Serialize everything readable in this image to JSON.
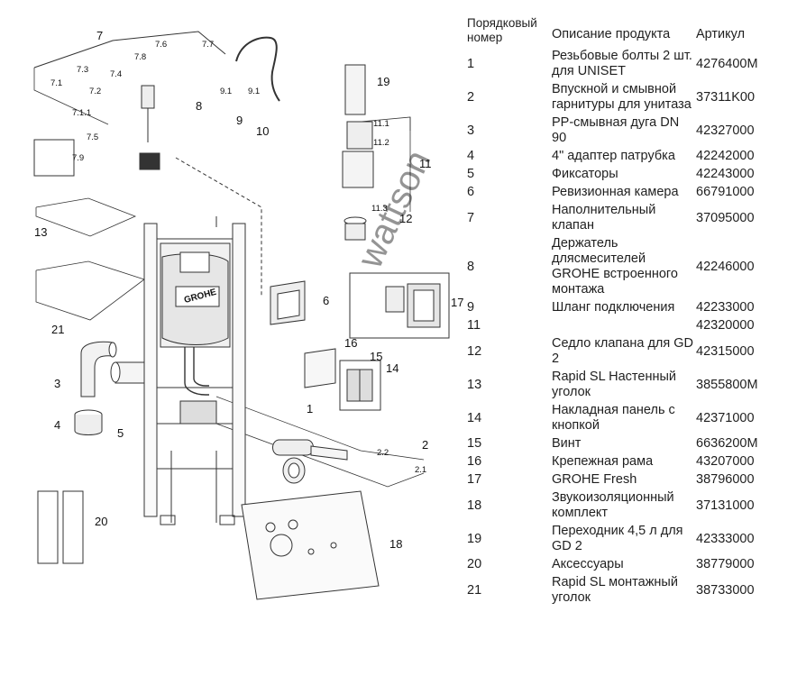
{
  "table": {
    "headers": {
      "number": "Порядковый номер",
      "description": "Описание продукта",
      "article": "Артикул"
    },
    "rows": [
      {
        "number": "1",
        "description": "Резьбовые болты 2 шт. для UNISET",
        "article": "4276400M"
      },
      {
        "number": "2",
        "description": "Впускной и смывной гарнитуры для унитаза",
        "article": "37311K00"
      },
      {
        "number": "3",
        "description": "PP-смывная дуга DN 90",
        "article": "42327000"
      },
      {
        "number": "4",
        "description": "4\" адаптер патрубка",
        "article": "42242000"
      },
      {
        "number": "5",
        "description": "Фиксаторы",
        "article": "42243000"
      },
      {
        "number": "6",
        "description": "Ревизионная камера",
        "article": "66791000"
      },
      {
        "number": "7",
        "description": "Наполнительный клапан",
        "article": "37095000"
      },
      {
        "number": "8",
        "description": "Держатель длясмесителей GROHE встроенного монтажа",
        "article": "42246000"
      },
      {
        "number": "9",
        "description": "Шланг подключения",
        "article": "42233000"
      },
      {
        "number": "11",
        "description": "",
        "article": "42320000"
      },
      {
        "number": "12",
        "description": "Седло клапана для GD 2",
        "article": "42315000"
      },
      {
        "number": "13",
        "description": "Rapid SL Настенный уголок",
        "article": "3855800M"
      },
      {
        "number": "14",
        "description": "Накладная панель с кнопкой",
        "article": "42371000"
      },
      {
        "number": "15",
        "description": "Винт",
        "article": "6636200M"
      },
      {
        "number": "16",
        "description": "Крепежная рама",
        "article": "43207000"
      },
      {
        "number": "17",
        "description": "GROHE Fresh",
        "article": "38796000"
      },
      {
        "number": "18",
        "description": "Звукоизоляционный комплект",
        "article": "37131000"
      },
      {
        "number": "19",
        "description": "Переходник 4,5 л для GD 2",
        "article": "42333000"
      },
      {
        "number": "20",
        "description": "Аксессуары",
        "article": "38779000"
      },
      {
        "number": "21",
        "description": "Rapid SL монтажный уголок",
        "article": "38733000"
      }
    ]
  },
  "diagram": {
    "brand_logo": "GROHE",
    "watermark": "wattson",
    "callouts": {
      "c1": "1",
      "c2": "2",
      "c3": "3",
      "c4": "4",
      "c5": "5",
      "c6": "6",
      "c7": "7",
      "c8": "8",
      "c9": "9",
      "c10": "10",
      "c11": "11",
      "c12": "12",
      "c13": "13",
      "c14": "14",
      "c15": "15",
      "c16": "16",
      "c17": "17",
      "c18": "18",
      "c19": "19",
      "c20": "20",
      "c21": "21",
      "c2_1": "2.1",
      "c2_2": "2.2",
      "c7_1": "7.1",
      "c7_1_1": "7.1.1",
      "c7_2": "7.2",
      "c7_3": "7.3",
      "c7_4": "7.4",
      "c7_5": "7.5",
      "c7_6": "7.6",
      "c7_7": "7.7",
      "c7_8": "7.8",
      "c7_9": "7.9",
      "c9_1a": "9.1",
      "c9_1b": "9.1",
      "c11_1": "11.1",
      "c11_2": "11.2",
      "c11_3": "11.3"
    }
  }
}
